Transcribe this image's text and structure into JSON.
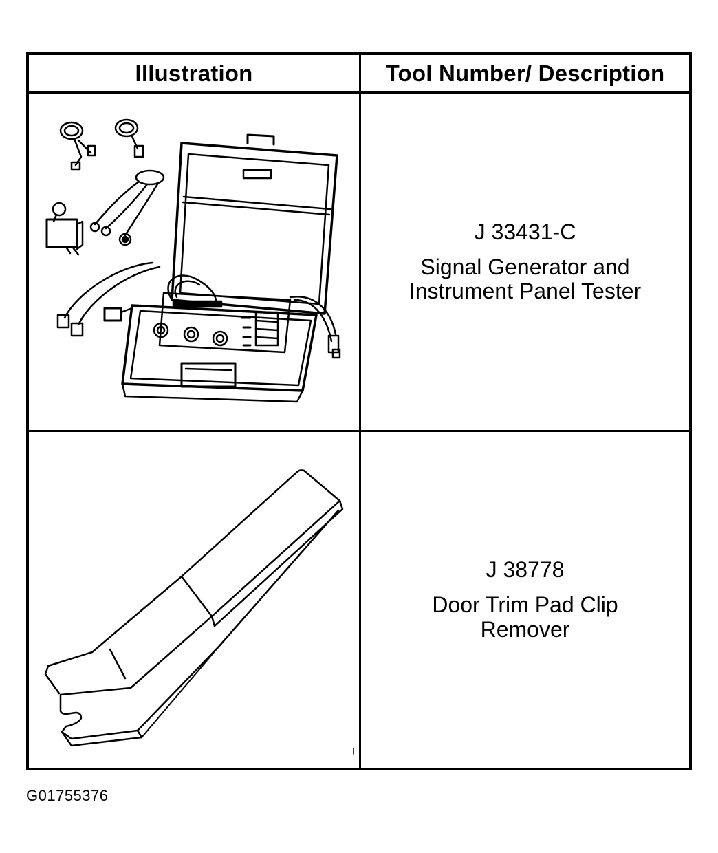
{
  "table": {
    "headers": {
      "illustration": "Illustration",
      "tool": "Tool Number/ Description"
    },
    "rows": [
      {
        "illustration_icon": "signal-generator-kit-icon",
        "tool_number": "J 33431-C",
        "description": "Signal Generator and Instrument Panel Tester"
      },
      {
        "illustration_icon": "clip-remover-tool-icon",
        "tool_number": "J 38778",
        "description": "Door Trim Pad Clip Remover"
      }
    ]
  },
  "figure_id": "G01755376"
}
